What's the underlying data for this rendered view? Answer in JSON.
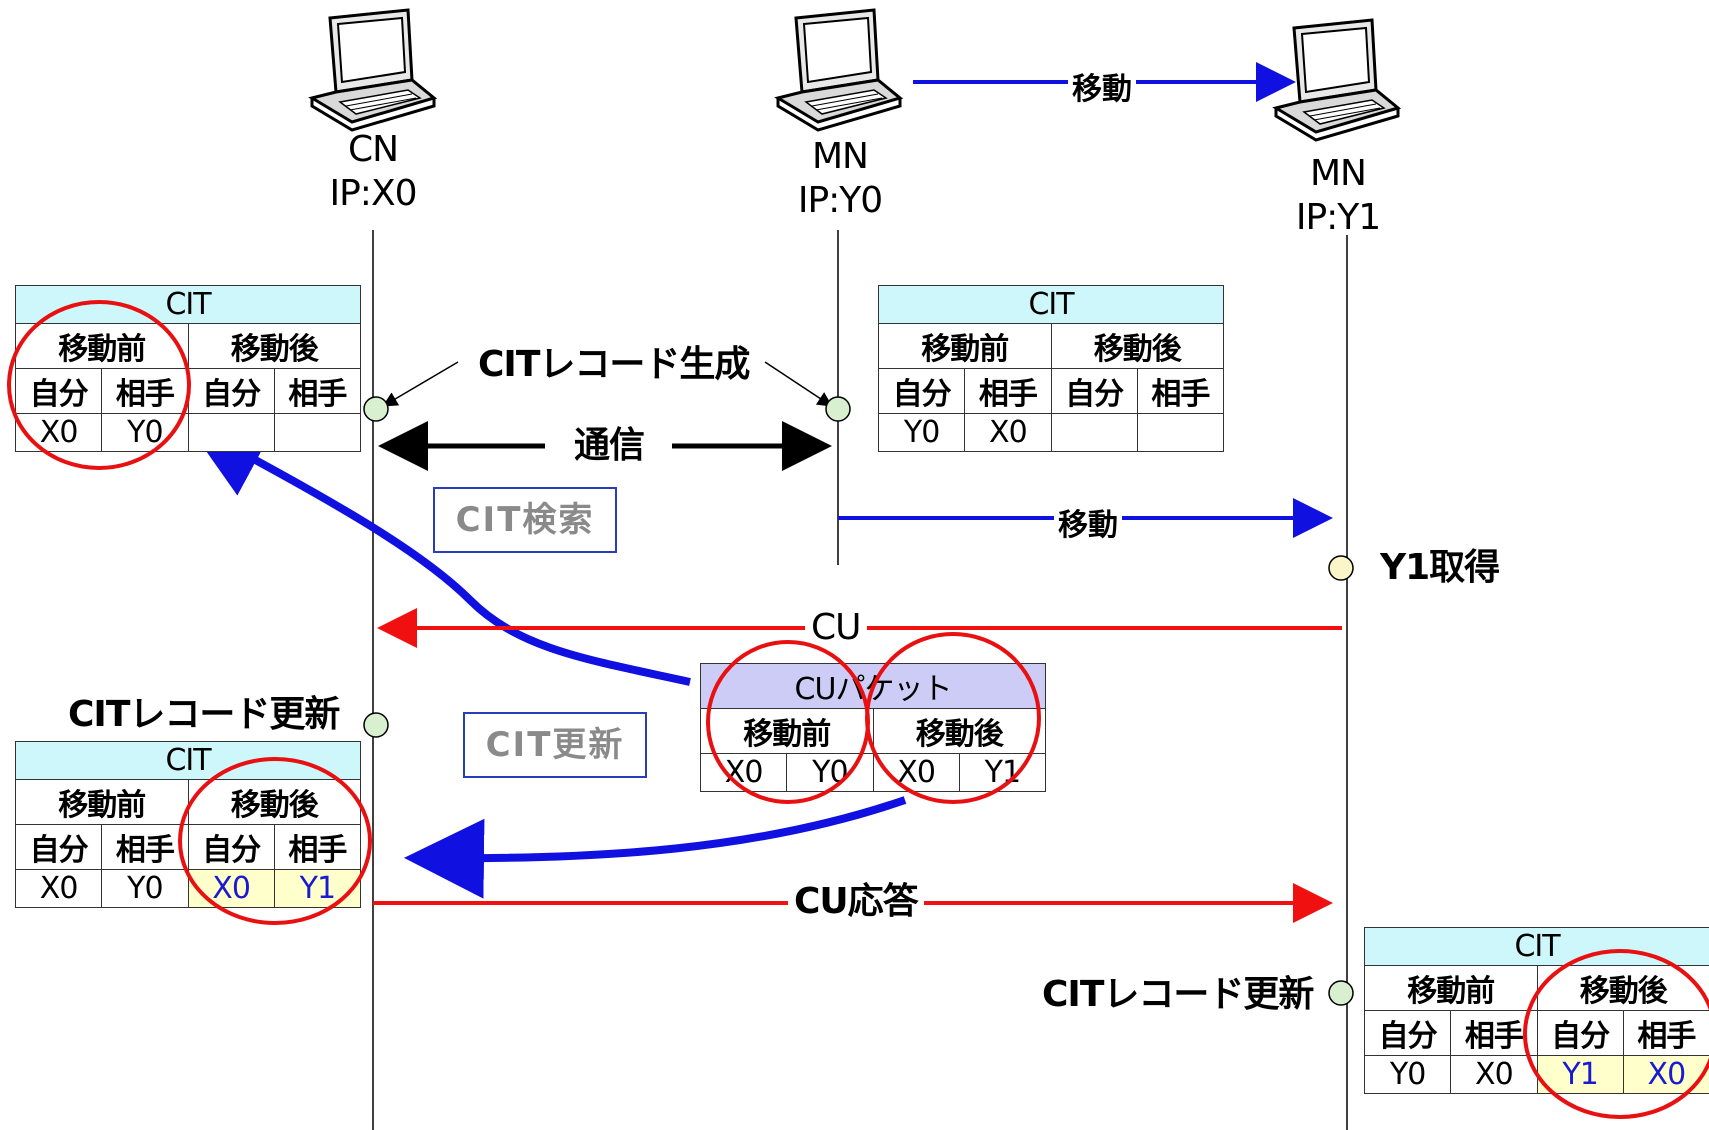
{
  "nodes": {
    "cn": {
      "name": "CN",
      "ip": "IP:X0"
    },
    "mn_before": {
      "name": "MN",
      "ip": "IP:Y0"
    },
    "mn_after": {
      "name": "MN",
      "ip": "IP:Y1"
    }
  },
  "labels": {
    "move_top": "移動",
    "move_mid": "移動",
    "cit_record_create": "CITレコード生成",
    "communication": "通信",
    "cit_search": "CIT検索",
    "y1_acquire": "Y1取得",
    "cu": "CU",
    "cit_record_update_cn": "CITレコード更新",
    "cit_update": "CIT更新",
    "cu_response": "CU応答",
    "cit_record_update_mn": "CITレコード更新"
  },
  "cit_headers": {
    "title": "CIT",
    "before": "移動前",
    "after": "移動後",
    "self": "自分",
    "peer": "相手"
  },
  "tables": {
    "cn_initial": {
      "before_self": "X0",
      "before_peer": "Y0",
      "after_self": "",
      "after_peer": ""
    },
    "mn_initial": {
      "before_self": "Y0",
      "before_peer": "X0",
      "after_self": "",
      "after_peer": ""
    },
    "cn_updated": {
      "before_self": "X0",
      "before_peer": "Y0",
      "after_self": "X0",
      "after_peer": "Y1"
    },
    "mn_updated": {
      "before_self": "Y0",
      "before_peer": "X0",
      "after_self": "Y1",
      "after_peer": "X0"
    }
  },
  "cu_packet": {
    "title": "CUパケット",
    "before": "移動前",
    "after": "移動後",
    "before_a": "X0",
    "before_b": "Y0",
    "after_a": "X0",
    "after_b": "Y1"
  },
  "colors": {
    "blue_arrow": "#1010e0",
    "red_arrow": "#f01010",
    "red_circle": "#e81010",
    "cit_header_bg": "#cef7fb",
    "cu_header_bg": "#ccccf6",
    "highlight_bg": "#ffffcc",
    "event_dot_green": "#d8f0d0",
    "event_dot_yellow": "#fbf6c8"
  },
  "icons": [
    "laptop-icon",
    "laptop-icon",
    "laptop-icon"
  ]
}
